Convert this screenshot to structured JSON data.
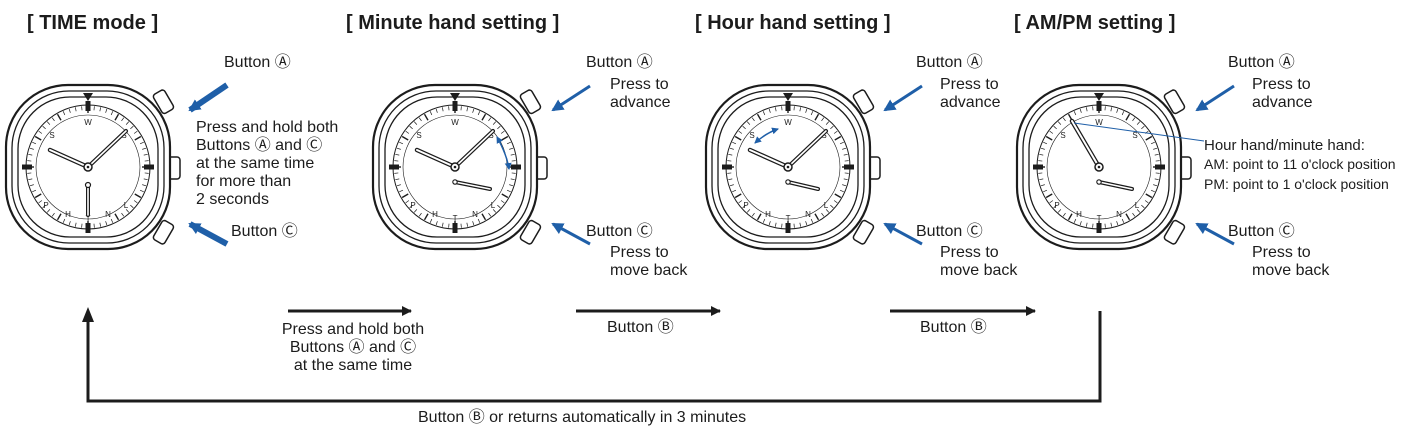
{
  "panels": [
    {
      "title": "[ TIME mode ]",
      "button_a": "Button Ⓐ",
      "button_c": "Button Ⓒ",
      "instruction": "Press and hold both\nButtons Ⓐ and Ⓒ\nat the same time\nfor more than\n2 seconds"
    },
    {
      "title": "[ Minute hand setting ]",
      "button_a": "Button Ⓐ",
      "button_a_action": "Press to\nadvance",
      "button_c": "Button Ⓒ",
      "button_c_action": "Press to\nmove back"
    },
    {
      "title": "[ Hour hand setting ]",
      "button_a": "Button Ⓐ",
      "button_a_action": "Press to\nadvance",
      "button_c": "Button Ⓒ",
      "button_c_action": "Press to\nmove back"
    },
    {
      "title": "[ AM/PM setting ]",
      "button_a": "Button Ⓐ",
      "button_a_action": "Press to\nadvance",
      "button_c": "Button Ⓒ",
      "button_c_action": "Press to\nmove back",
      "hand_note_title": "Hour hand/minute hand:",
      "hand_note_am": "AM: point to 11 o'clock position",
      "hand_note_pm": "PM: point to 1 o'clock position"
    }
  ],
  "transitions": {
    "time_to_minute": "Press and hold both\nButtons Ⓐ and Ⓒ\nat the same time",
    "minute_to_hour": "Button Ⓑ",
    "hour_to_ampm": "Button Ⓑ",
    "return": "Button Ⓑ or returns automatically in 3 minutes"
  },
  "dial_markers": {
    "top": "W",
    "upper_left": "S",
    "upper_right": "S",
    "lower_left": "P",
    "lower_mid_left": "H",
    "bottom": "T",
    "lower_mid_right": "N",
    "lower_right": "L"
  },
  "colors": {
    "ink": "#1c1c1c",
    "accent_blue": "#1f5fa8"
  }
}
